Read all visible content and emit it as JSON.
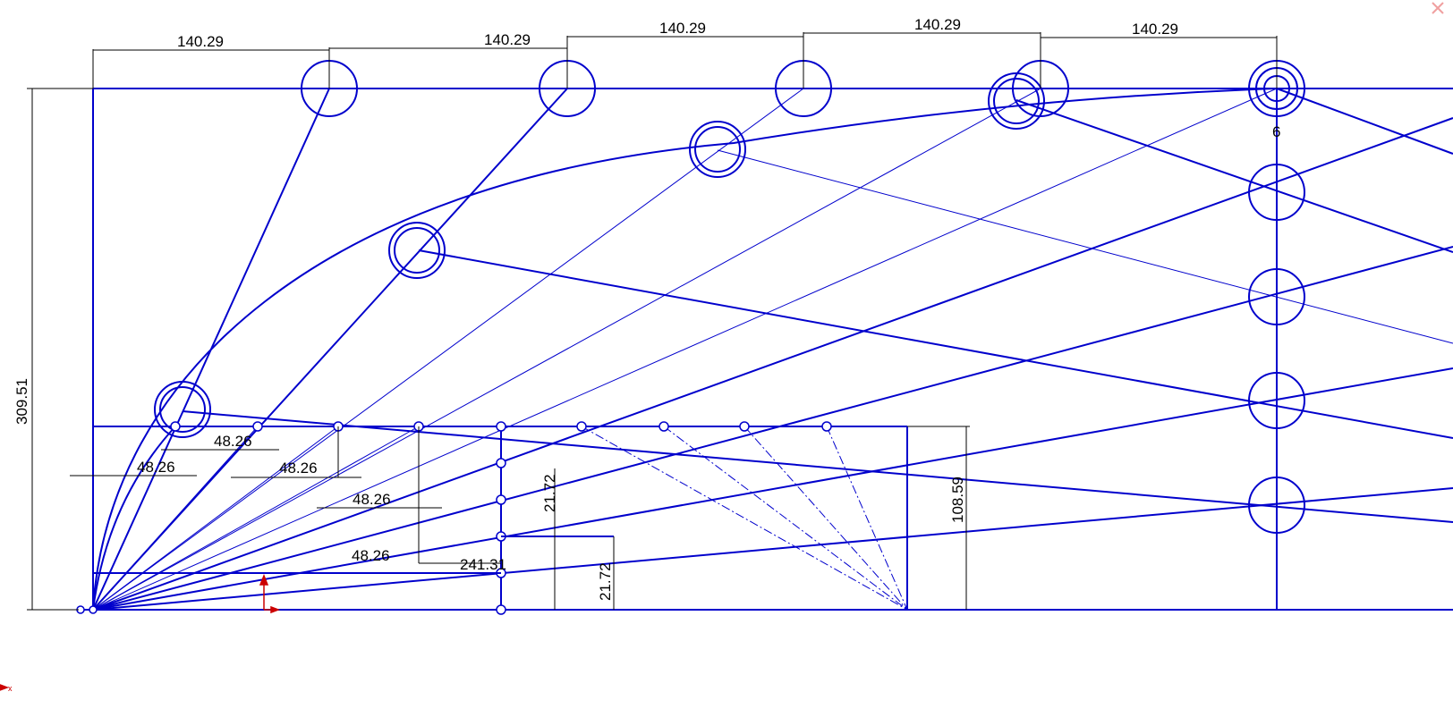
{
  "sketch": {
    "dimensions": {
      "top_spacing": [
        "140.29",
        "140.29",
        "140.29",
        "140.29",
        "140.29"
      ],
      "overall_height": "309.51",
      "small_spacing": [
        "48.26",
        "48.26",
        "48.26",
        "48.26",
        "48.26"
      ],
      "rib_spacing": [
        "21.72",
        "21.72"
      ],
      "base_length": "241.31",
      "lower_height": "108.59",
      "small_label": "6"
    },
    "origin_axis_label": "x",
    "colors": {
      "sketch_geometry": "#0000cc",
      "dimensions": "#000000",
      "origin_marker": "#cc0000",
      "close_icon": "#f0a0a0"
    },
    "icons": {
      "close": "close-icon",
      "origin": "origin-arrow-icon"
    }
  }
}
